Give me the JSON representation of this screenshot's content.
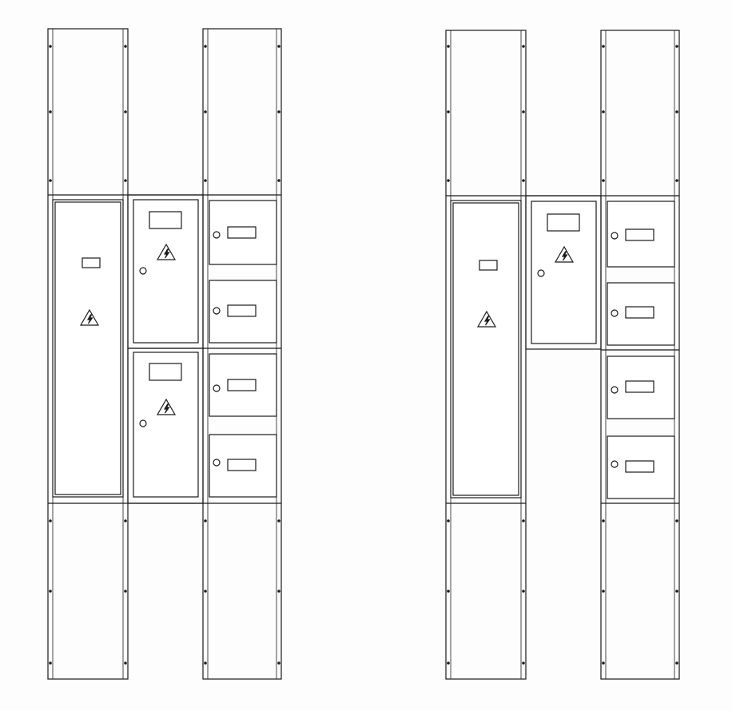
{
  "drawing": {
    "stroke_color": "#1a1a1a",
    "fill_color": "#ffffff",
    "background": "#fdfdfd",
    "icons": [
      "warning-triangle-icon",
      "door-handle-icon",
      "label-plate-icon",
      "bolt-icon"
    ],
    "assemblies": [
      {
        "name": "left-assembly",
        "upper_doors": 2,
        "meter_boxes": 4
      },
      {
        "name": "right-assembly",
        "upper_doors": 1,
        "meter_boxes": 4
      }
    ]
  }
}
